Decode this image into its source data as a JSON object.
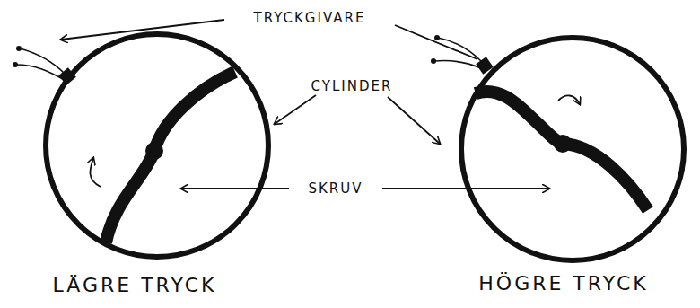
{
  "diagram": {
    "labels": [
      "TRYCKGIVARE",
      "CYLINDER",
      "SKRUV",
      "LÄGRE TRYCK",
      "HÖGRE TRYCK"
    ]
  }
}
